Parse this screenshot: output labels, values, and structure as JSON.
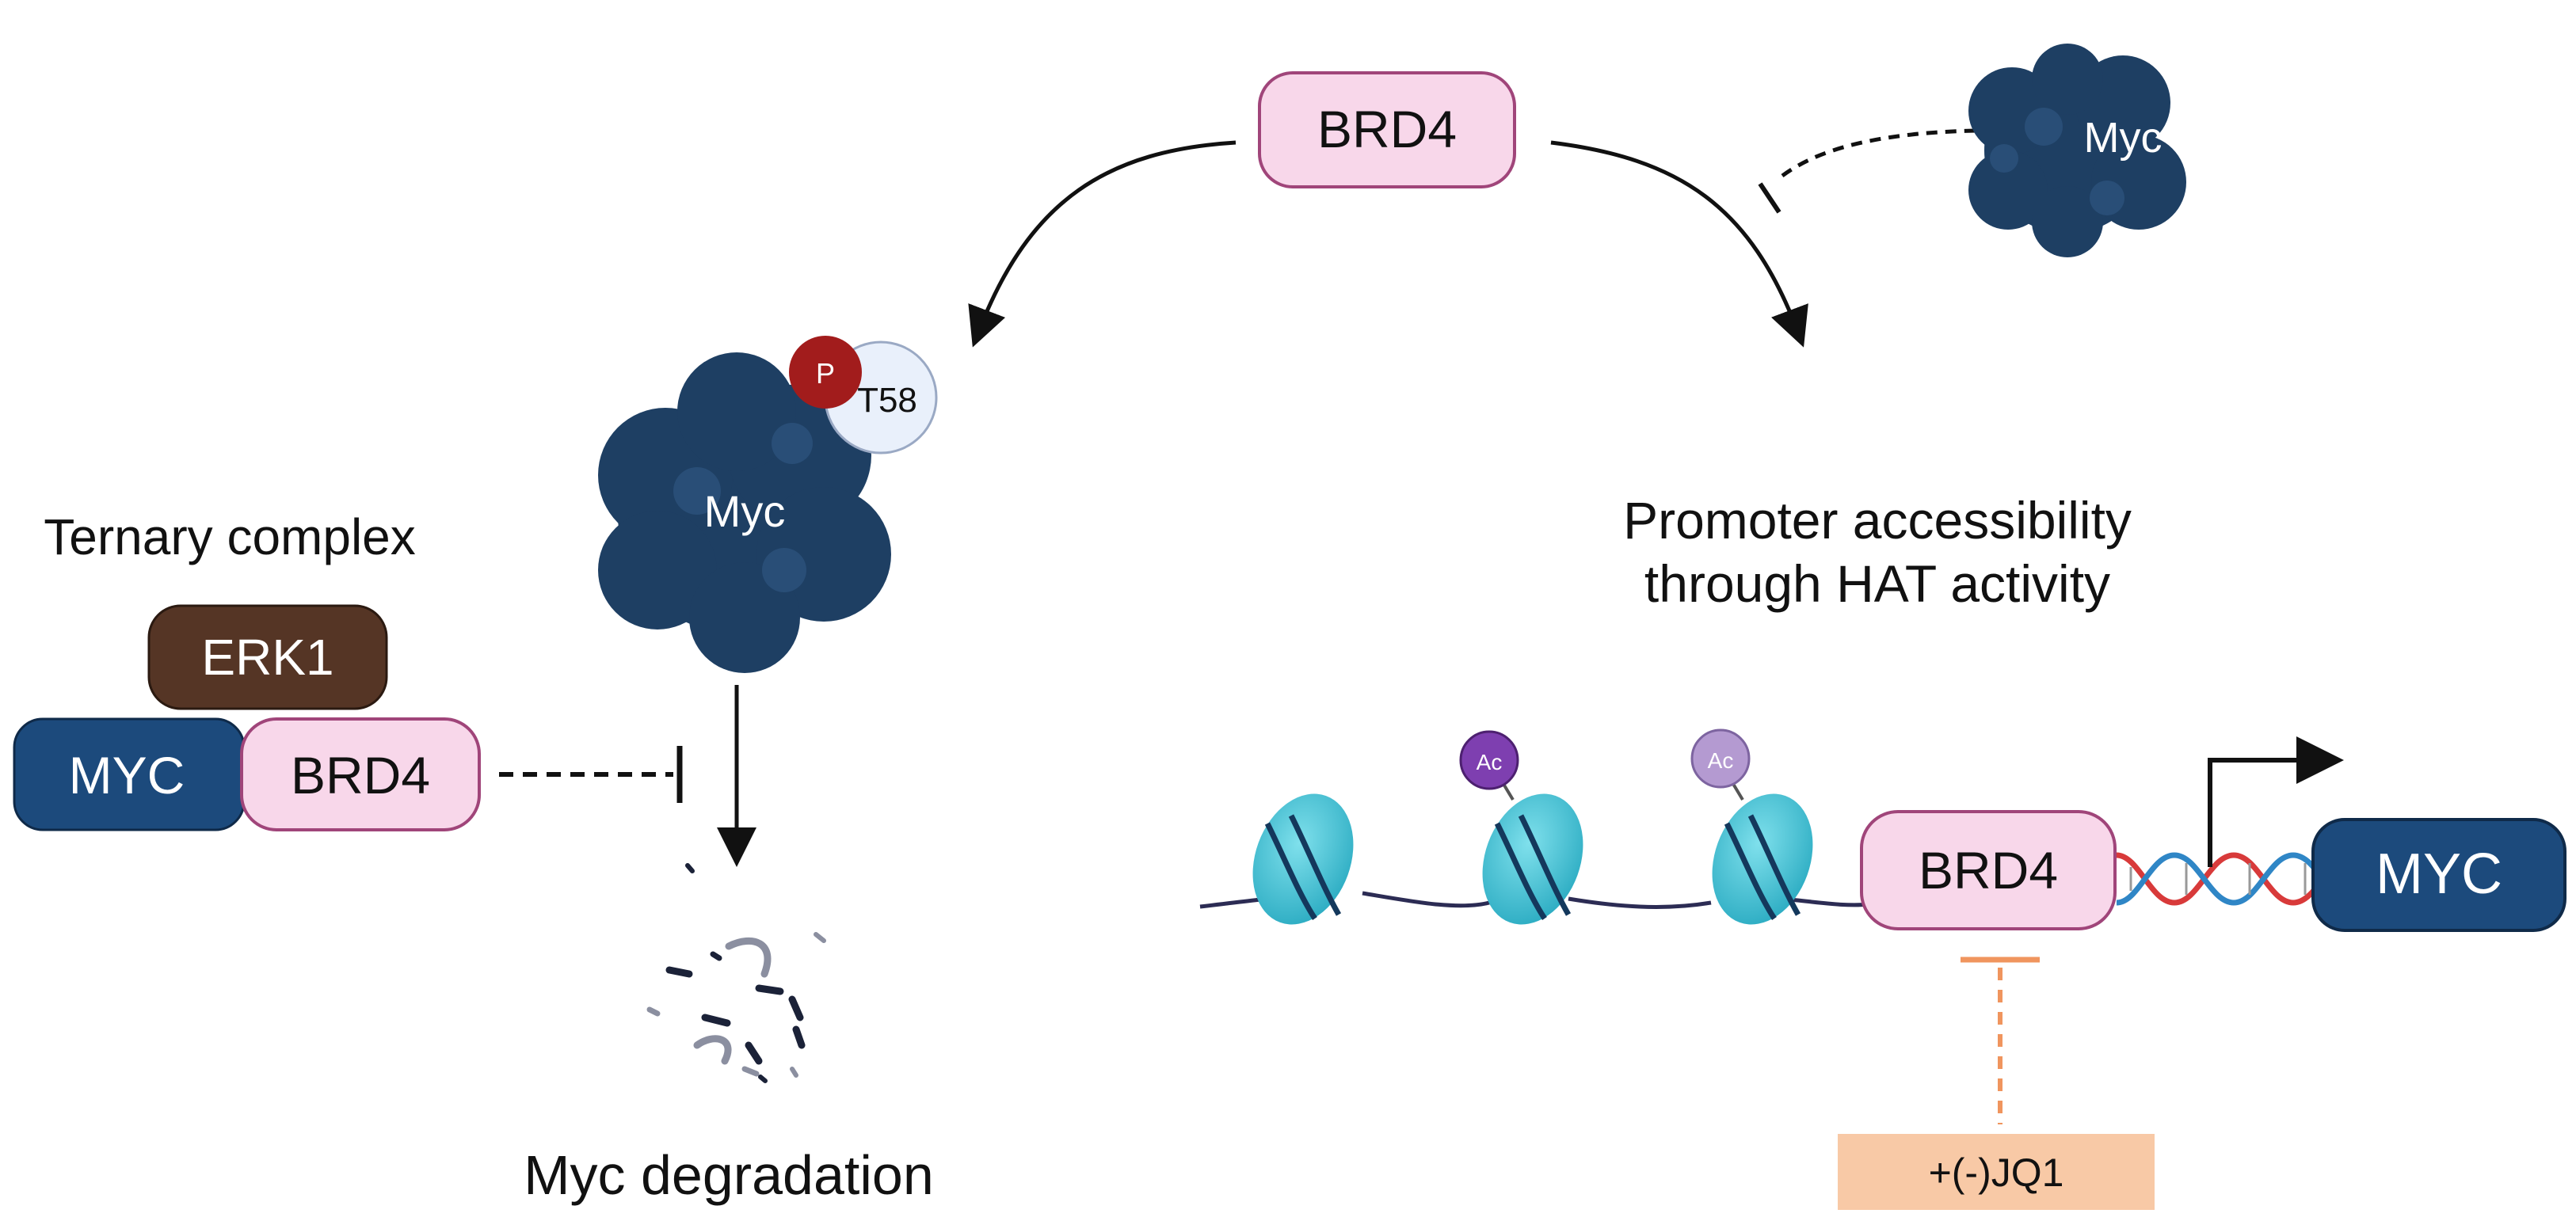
{
  "labels": {
    "brd4_top": "BRD4",
    "myc_cloud_top": "Myc",
    "myc_cloud_mid": "Myc",
    "phospho_p": "P",
    "t58": "T58",
    "ternary_title": "Ternary complex",
    "erk1": "ERK1",
    "myc_box_left": "MYC",
    "brd4_left": "BRD4",
    "promoter_line1": "Promoter accessibility",
    "promoter_line2": "through HAT activity",
    "ac1": "Ac",
    "ac2": "Ac",
    "brd4_right": "BRD4",
    "myc_gene": "MYC",
    "myc_degradation": "Myc degradation",
    "jq1": "+(-)JQ1"
  },
  "colors": {
    "brd4_fill": "#f8d7ea",
    "brd4_stroke": "#a0457a",
    "myc_protein": "#1e3f63",
    "myc_box": "#1c4a7c",
    "erk1": "#553525",
    "phospho": "#a21c1c",
    "t58_fill": "#e9f0fb",
    "nucleosome": "#3fc0d4",
    "ac1": "#7e3fb0",
    "ac2": "#b49ad1",
    "dna_red": "#d83a3a",
    "dna_blue": "#2f86c6",
    "jq1_fill": "#f8c9a6",
    "jq1_inhibit": "#f0955e"
  }
}
